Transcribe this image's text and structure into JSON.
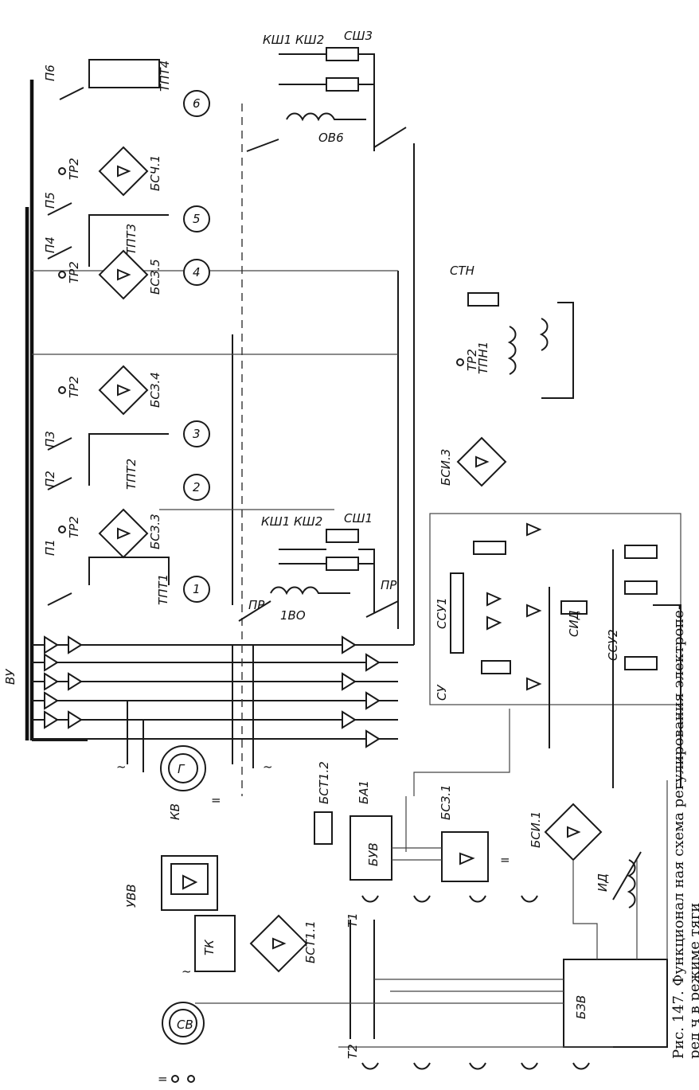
{
  "caption": {
    "line1": "Рис. 147. Функционал  ная схема регулирования электропе-",
    "line2": "ред    ч в режиме тяги"
  },
  "motors": [
    "1",
    "2",
    "3",
    "4",
    "5",
    "6"
  ],
  "switches": [
    "П1",
    "П2",
    "П3",
    "П4",
    "П5",
    "П6"
  ],
  "blocks": {
    "bsz33": "БСЗ.3",
    "bsz34": "БСЗ.4",
    "bsz35": "БСЗ.5",
    "bsch1": "БСЧ.1",
    "bsi3": "БСИ.3",
    "bsz1": "БСЗ.1",
    "bst12": "БСТ1.2",
    "bst11": "БСТ1.1",
    "bsi1": "БСИ.1",
    "buv": "БУВ",
    "bzv": "БЗВ",
    "uvv": "УВВ",
    "tk": "ТК"
  },
  "transducers": {
    "tpt1": "ТПТ1",
    "tpt2": "ТПТ2",
    "tpt3": "ТПТ3",
    "tpt4": "ТПТ4",
    "tpn1": "ТПН1"
  },
  "transformers": {
    "tr2": "ТР2",
    "t1": "Т1",
    "t2": "Т2"
  },
  "resistors": {
    "sch1": "СШ1",
    "sch3": "СШ3",
    "stn": "СТН"
  },
  "contactors": {
    "ksh1": "КШ1",
    "ksh2": "КШ2",
    "pr": "ПР",
    "ovb": "ОВ6",
    "iovb": "1ВО"
  },
  "generator": {
    "g": "Г",
    "sv": "СВ",
    "kv": "КВ",
    "vu": "ВУ"
  },
  "regulator": {
    "ssu1": "ССУ1",
    "ssu2": "ССУ2",
    "su": "СУ",
    "sid": "СИД",
    "id": "ИД",
    "ba1": "БА1"
  },
  "symbols": {
    "ac": "~",
    "dc": "="
  }
}
